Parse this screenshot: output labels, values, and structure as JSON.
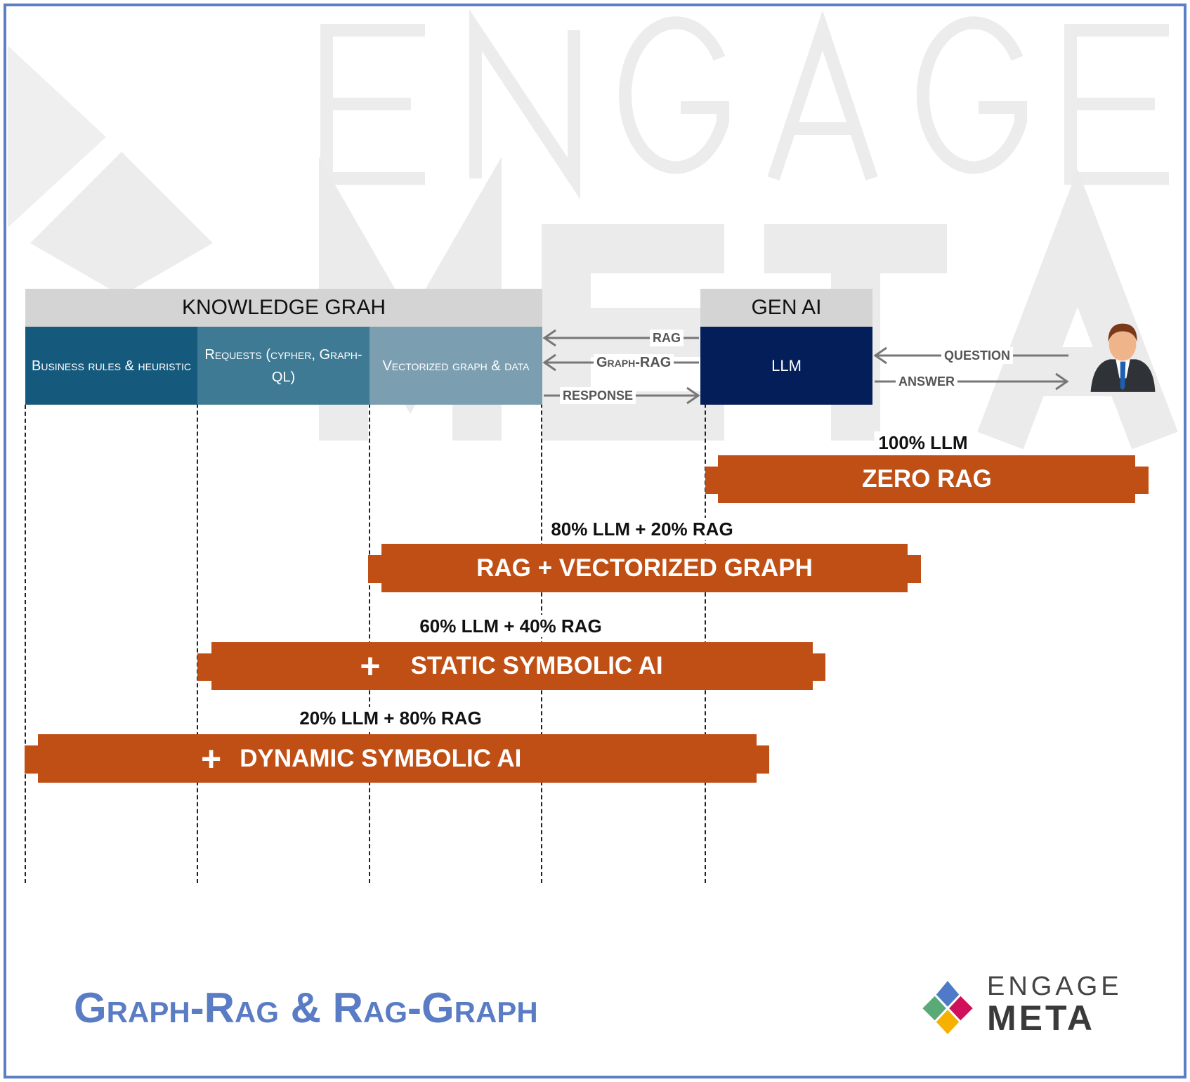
{
  "watermark": {
    "line1": "ENGAGE",
    "line2": "META"
  },
  "knowledge_graph": {
    "title": "KNOWLEDGE GRAH",
    "cells": [
      "Business rules & heuristic",
      "Requests (cypher, Graph-QL)",
      "Vectorized graph & data"
    ]
  },
  "gen_ai": {
    "title": "GEN AI",
    "llm": "LLM"
  },
  "arrows": {
    "rag": "RAG",
    "graph_rag": "Graph-RAG",
    "response": "RESPONSE",
    "question": "QUESTION",
    "answer": "ANSWER"
  },
  "approaches": [
    {
      "ratio": "100% LLM",
      "name": "ZERO RAG",
      "plus": ""
    },
    {
      "ratio": "80% LLM + 20% RAG",
      "name": "RAG + VECTORIZED GRAPH",
      "plus": ""
    },
    {
      "ratio": "60% LLM + 40% RAG",
      "name": "STATIC SYMBOLIC AI",
      "plus": "+"
    },
    {
      "ratio": "20% LLM + 80% RAG",
      "name": "DYNAMIC SYMBOLIC AI",
      "plus": "+"
    }
  ],
  "title": "Graph-Rag & Rag-Graph",
  "logo": {
    "line1": "ENGAGE",
    "line2": "META"
  },
  "colors": {
    "frame": "#5b7fc4",
    "bar": "#c04f15",
    "llm": "#041e5a",
    "title": "#5a7cc4"
  }
}
